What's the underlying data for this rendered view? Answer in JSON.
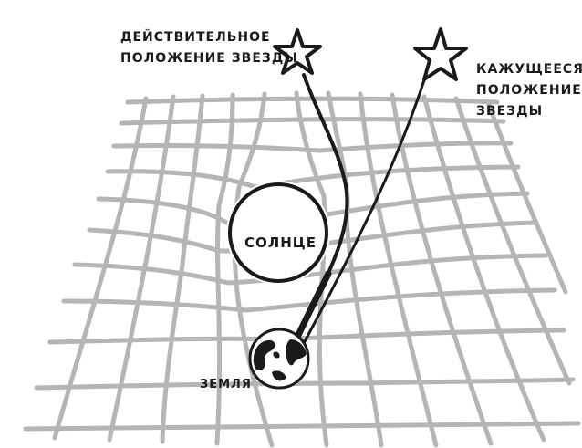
{
  "labels": {
    "true_position": [
      "ДЕЙСТВИТЕЛЬНОЕ",
      "ПОЛОЖЕНИЕ ЗВЕЗДЫ"
    ],
    "apparent_position": [
      "КАЖУЩЕЕСЯ",
      "ПОЛОЖЕНИЕ",
      "ЗВЕЗДЫ"
    ],
    "sun": "СОЛНЦЕ",
    "earth": "ЗЕМЛЯ"
  },
  "colors": {
    "grid": "#b5b5b5",
    "ink": "#1a1a1a",
    "background": "#ffffff"
  },
  "icons": {
    "true_star": "star-outline-icon",
    "apparent_star": "star-outline-icon",
    "earth": "globe-icon",
    "sun": "circle"
  }
}
